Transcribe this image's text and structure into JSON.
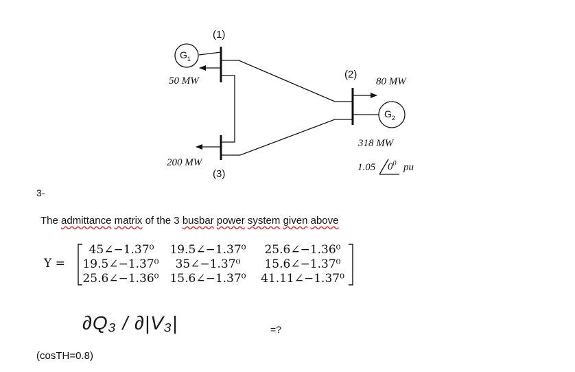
{
  "diagram": {
    "bus1_label": "(1)",
    "bus2_label": "(2)",
    "bus3_label": "(3)",
    "gen1_label": "G",
    "gen1_sub": "1",
    "gen2_label": "G",
    "gen2_sub": "2",
    "load_bus1": "50 MW",
    "load_bus3": "200 MW",
    "load_bus2": "80 MW",
    "gen2_output": "318 MW",
    "bus2_voltage_mag": "1.05",
    "bus2_voltage_angle": "0",
    "bus2_voltage_angle_sup": "0",
    "bus2_voltage_unit": "pu"
  },
  "question": {
    "number": "3-",
    "statement_words": [
      "The",
      "admittance",
      "matrix",
      "of the 3",
      "busbar",
      "power",
      "system",
      "given",
      "above"
    ],
    "matrix_label": "Y =",
    "matrix": [
      [
        "45∠−1.37⁰",
        "19.5∠−1.37⁰",
        "25.6∠−1.36⁰"
      ],
      [
        "19.5∠−1.37⁰",
        "35∠−1.37⁰",
        "15.6∠−1.37⁰"
      ],
      [
        "25.6∠−1.36⁰",
        "15.6∠−1.37⁰",
        "41.11∠−1.37⁰"
      ]
    ],
    "derivative": "∂Q₃ / ∂|V₃|",
    "asked": "=?",
    "note": "(cosTH=0.8)"
  }
}
